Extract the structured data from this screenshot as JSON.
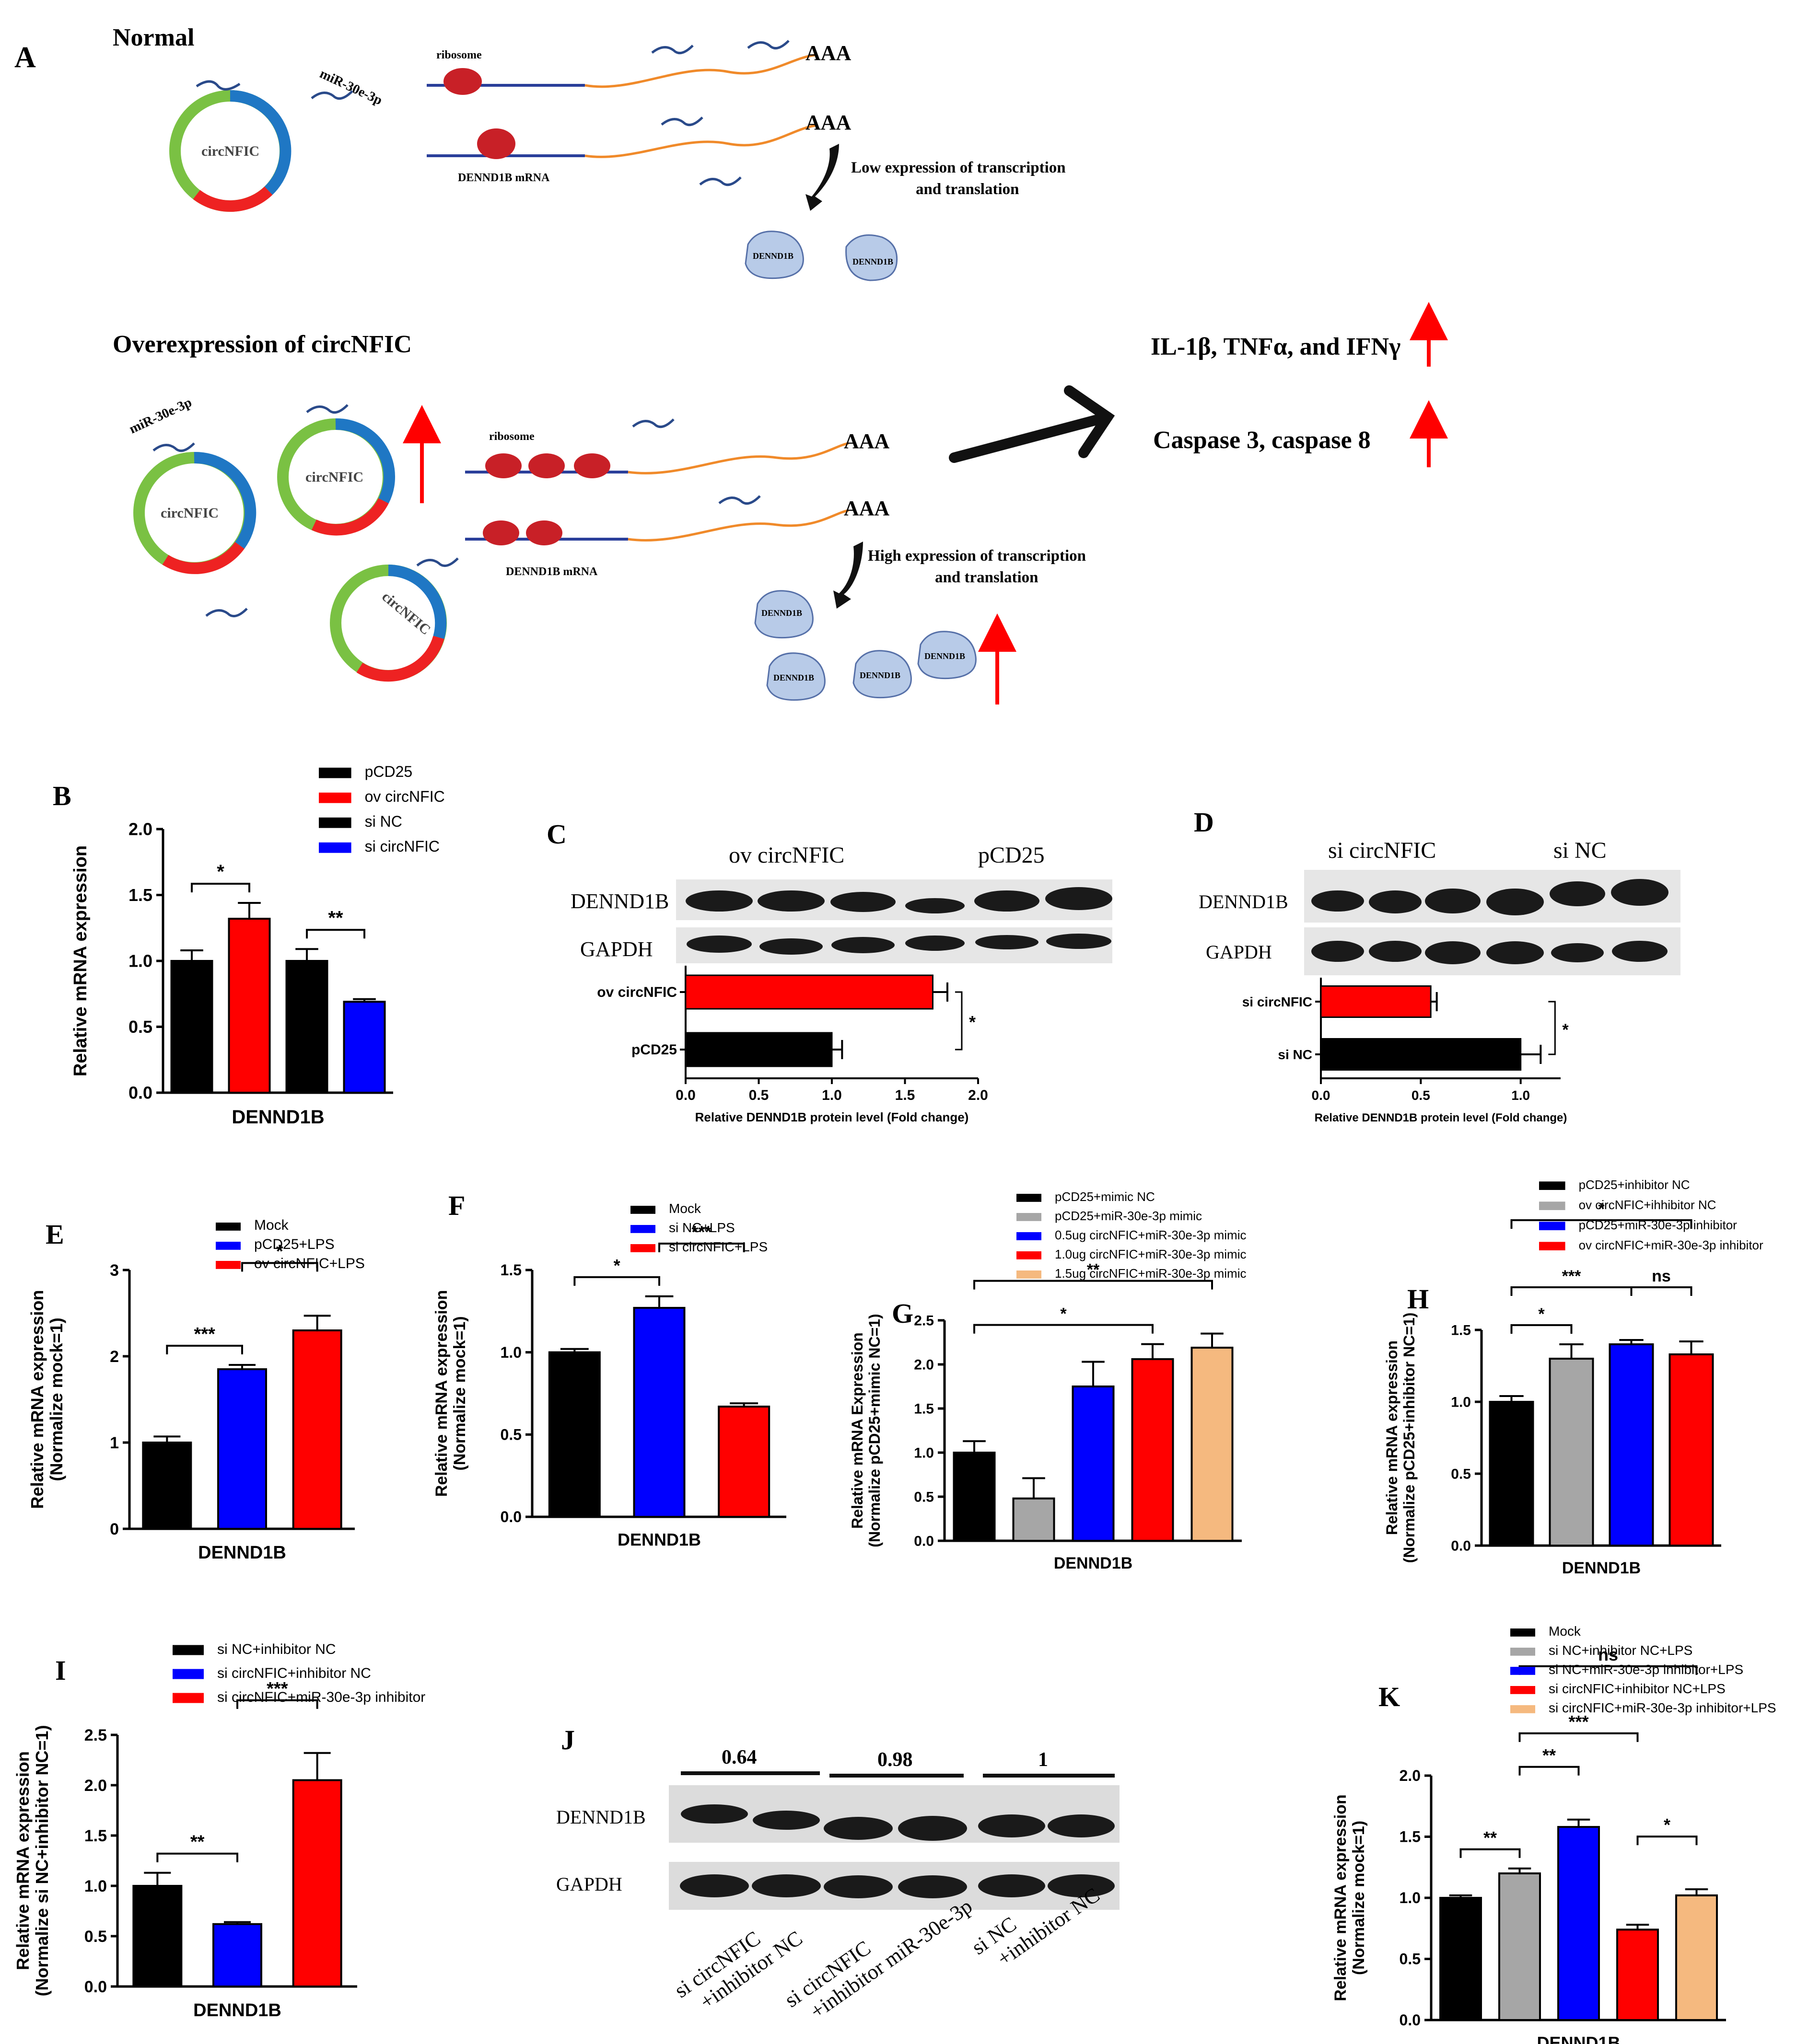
{
  "panelA": {
    "letter": "A",
    "normal_title": "Normal",
    "over_title": "Overexpression of circNFIC",
    "circ_label": "circNFIC",
    "mirna_label": "miR-30e-3p",
    "ribosome_label": "ribosome",
    "mrna_label": "DENND1B mRNA",
    "polyA": "AAA",
    "low_expr_1": "Low expression of transcription",
    "low_expr_2": "and translation",
    "high_expr_1": "High expression of transcription",
    "high_expr_2": "and translation",
    "protein_label": "DENND1B",
    "cytokines": "IL-1β, TNFα, and IFNγ",
    "caspases": "Caspase 3, caspase 8"
  },
  "blots": {
    "C": {
      "col1": "ov circNFIC",
      "col2": "pCD25",
      "row1": "DENND1B",
      "row2": "GAPDH"
    },
    "D": {
      "col1": "si circNFIC",
      "col2": "si NC",
      "row1": "DENND1B",
      "row2": "GAPDH"
    },
    "J": {
      "ratio1": "0.64",
      "ratio2": "0.98",
      "ratio3": "1",
      "row1": "DENND1B",
      "row2": "GAPDH",
      "lane1": [
        "si circNFIC",
        "+inhibitor NC"
      ],
      "lane2": [
        "si circNFIC",
        "+inhibitor miR-30e-3p"
      ],
      "lane3": [
        "si NC",
        "+inhibitor NC"
      ]
    }
  },
  "chart_data": [
    {
      "id": "B",
      "type": "bar",
      "letter": "B",
      "ylabel": [
        "Relative mRNA expression"
      ],
      "xlabel": "DENND1B",
      "ylim": [
        0,
        2.0
      ],
      "ticks": [
        "0.0",
        "0.5",
        "1.0",
        "1.5",
        "2.0"
      ],
      "legend": [
        "pCD25",
        "ov circNFIC",
        "si NC",
        "si circNFIC"
      ],
      "colors": [
        "#000000",
        "#ff0000",
        "#000000",
        "#0000ff"
      ],
      "values": [
        1.0,
        1.32,
        1.0,
        0.69
      ],
      "errors": [
        0.08,
        0.12,
        0.09,
        0.02
      ],
      "sig": [
        {
          "a": 0,
          "b": 1,
          "label": "*"
        },
        {
          "a": 2,
          "b": 3,
          "label": "**"
        }
      ]
    },
    {
      "id": "C",
      "type": "bar",
      "orientation": "horizontal",
      "letter": "C",
      "xlabel": "Relative DENND1B protein level (Fold change)",
      "xlim": [
        0,
        2.0
      ],
      "ticks": [
        "0.0",
        "0.5",
        "1.0",
        "1.5",
        "2.0"
      ],
      "categories": [
        "ov circNFIC",
        "pCD25"
      ],
      "colors": [
        "#ff0000",
        "#000000"
      ],
      "values": [
        1.69,
        1.0
      ],
      "errors": [
        0.1,
        0.07
      ],
      "sig": "*"
    },
    {
      "id": "D",
      "type": "bar",
      "orientation": "horizontal",
      "letter": "D",
      "xlabel": "Relative DENND1B protein level (Fold change)",
      "xlim": [
        0,
        1.2
      ],
      "ticks": [
        "0.0",
        "0.5",
        "1.0"
      ],
      "categories": [
        "si circNFIC",
        "si NC"
      ],
      "colors": [
        "#ff0000",
        "#000000"
      ],
      "values": [
        0.55,
        1.0
      ],
      "errors": [
        0.03,
        0.1
      ],
      "sig": "*"
    },
    {
      "id": "E",
      "type": "bar",
      "letter": "E",
      "ylabel": [
        "Relative mRNA expression",
        "(Normalize mock=1)"
      ],
      "xlabel": "DENND1B",
      "ylim": [
        0,
        3
      ],
      "ticks": [
        "0",
        "1",
        "2",
        "3"
      ],
      "legend": [
        "Mock",
        "pCD25+LPS",
        "ov circNFIC+LPS"
      ],
      "colors": [
        "#000000",
        "#0000ff",
        "#ff0000"
      ],
      "values": [
        1.0,
        1.85,
        2.3
      ],
      "errors": [
        0.07,
        0.05,
        0.17
      ],
      "sig": [
        {
          "a": 0,
          "b": 1,
          "label": "***"
        },
        {
          "a": 1,
          "b": 2,
          "label": "*"
        }
      ]
    },
    {
      "id": "F",
      "type": "bar",
      "letter": "F",
      "ylabel": [
        "Relative mRNA expression",
        "(Normalize mock=1)"
      ],
      "xlabel": "DENND1B",
      "ylim": [
        0,
        1.5
      ],
      "ticks": [
        "0.0",
        "0.5",
        "1.0",
        "1.5"
      ],
      "legend": [
        "Mock",
        "si NC+LPS",
        "si circNFIC+LPS"
      ],
      "colors": [
        "#000000",
        "#0000ff",
        "#ff0000"
      ],
      "values": [
        1.0,
        1.27,
        0.67
      ],
      "errors": [
        0.02,
        0.07,
        0.02
      ],
      "sig": [
        {
          "a": 0,
          "b": 1,
          "label": "*"
        },
        {
          "a": 1,
          "b": 2,
          "label": "***"
        }
      ]
    },
    {
      "id": "G",
      "type": "bar",
      "letter": "G",
      "ylabel": [
        "Relative mRNA Expression",
        "(Normalize pCD25+mimic NC=1)"
      ],
      "xlabel": "DENND1B",
      "ylim": [
        0,
        2.5
      ],
      "ticks": [
        "0.0",
        "0.5",
        "1.0",
        "1.5",
        "2.0",
        "2.5"
      ],
      "legend": [
        "pCD25+mimic NC",
        "pCD25+miR-30e-3p mimic",
        "0.5ug circNFIC+miR-30e-3p mimic",
        "1.0ug circNFIC+miR-30e-3p mimic",
        "1.5ug circNFIC+miR-30e-3p mimic"
      ],
      "colors": [
        "#000000",
        "#a6a6a6",
        "#0000ff",
        "#ff0000",
        "#f5b97f"
      ],
      "values": [
        1.0,
        0.48,
        1.75,
        2.06,
        2.19
      ],
      "errors": [
        0.13,
        0.23,
        0.28,
        0.17,
        0.16
      ],
      "sig": [
        {
          "a": 0,
          "b": 3,
          "label": "*"
        },
        {
          "a": 0,
          "b": 4,
          "label": "**"
        }
      ]
    },
    {
      "id": "H",
      "type": "bar",
      "letter": "H",
      "ylabel": [
        "Relative mRNA expression",
        "(Normalize pCD25+inhibitor NC=1)"
      ],
      "xlabel": "DENND1B",
      "ylim": [
        0,
        1.5
      ],
      "ticks": [
        "0.0",
        "0.5",
        "1.0",
        "1.5"
      ],
      "legend": [
        "pCD25+inhibitor NC",
        "ov circNFIC+ihhibitor NC",
        "pCD25+miR-30e-3p inhibitor",
        "ov circNFIC+miR-30e-3p inhibitor"
      ],
      "colors": [
        "#000000",
        "#a6a6a6",
        "#0000ff",
        "#ff0000"
      ],
      "values": [
        1.0,
        1.3,
        1.4,
        1.33
      ],
      "errors": [
        0.04,
        0.1,
        0.03,
        0.09
      ],
      "sig": [
        {
          "a": 0,
          "b": 1,
          "label": "*"
        },
        {
          "a": 0,
          "b": 2,
          "label": "***"
        },
        {
          "a": 2,
          "b": 3,
          "label": "ns"
        },
        {
          "a": 0,
          "b": 3,
          "label": "*"
        }
      ]
    },
    {
      "id": "I",
      "type": "bar",
      "letter": "I",
      "ylabel": [
        "Relative mRNA expression",
        "(Normalize si NC+inhibitor NC=1)"
      ],
      "xlabel": "DENND1B",
      "ylim": [
        0,
        2.5
      ],
      "ticks": [
        "0.0",
        "0.5",
        "1.0",
        "1.5",
        "2.0",
        "2.5"
      ],
      "legend": [
        "si NC+inhibitor NC",
        "si circNFIC+inhibitor NC",
        "si circNFIC+miR-30e-3p inhibitor"
      ],
      "colors": [
        "#000000",
        "#0000ff",
        "#ff0000"
      ],
      "values": [
        1.0,
        0.62,
        2.05
      ],
      "errors": [
        0.13,
        0.02,
        0.27
      ],
      "sig": [
        {
          "a": 0,
          "b": 1,
          "label": "**"
        },
        {
          "a": 1,
          "b": 2,
          "label": "***"
        }
      ]
    },
    {
      "id": "K",
      "type": "bar",
      "letter": "K",
      "ylabel": [
        "Relative mRNA expression",
        "(Normalize mock=1)"
      ],
      "xlabel": "DENND1B",
      "ylim": [
        0,
        2.0
      ],
      "ticks": [
        "0.0",
        "0.5",
        "1.0",
        "1.5",
        "2.0"
      ],
      "legend": [
        "Mock",
        "si NC+inhibitor NC+LPS",
        "si NC+miR-30e-3p inhibitor+LPS",
        "si circNFIC+inhibitor NC+LPS",
        "si circNFIC+miR-30e-3p inhibitor+LPS"
      ],
      "colors": [
        "#000000",
        "#a6a6a6",
        "#0000ff",
        "#ff0000",
        "#f5b97f"
      ],
      "values": [
        1.0,
        1.2,
        1.58,
        0.74,
        1.02
      ],
      "errors": [
        0.02,
        0.04,
        0.06,
        0.04,
        0.05
      ],
      "sig": [
        {
          "a": 0,
          "b": 1,
          "label": "**"
        },
        {
          "a": 1,
          "b": 2,
          "label": "**"
        },
        {
          "a": 1,
          "b": 3,
          "label": "***"
        },
        {
          "a": 3,
          "b": 4,
          "label": "*"
        },
        {
          "a": 1,
          "b": 4,
          "label": "ns"
        }
      ]
    }
  ]
}
